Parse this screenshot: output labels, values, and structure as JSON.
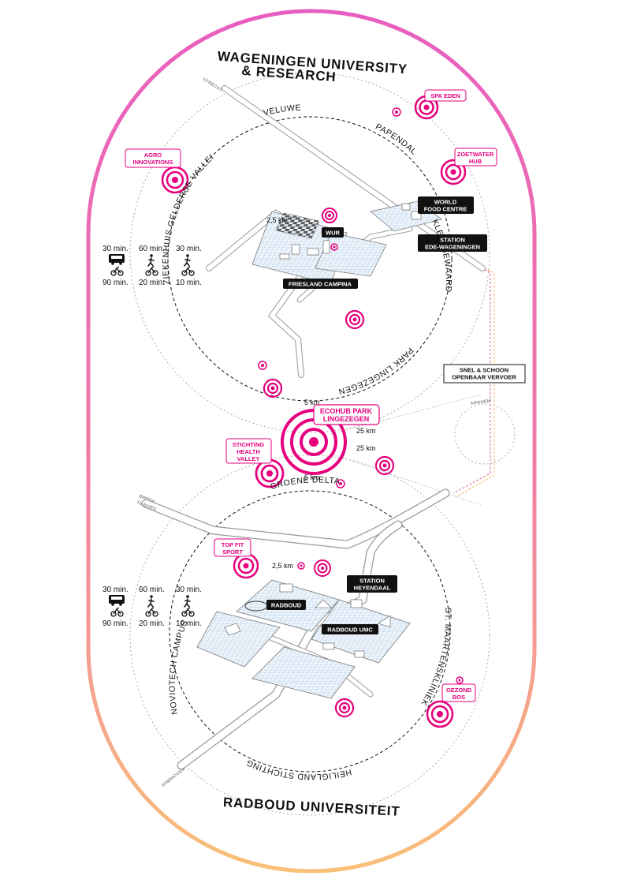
{
  "titles": {
    "top": "WAGENINGEN UNIVERSITY",
    "top_line2": "& RESEARCH",
    "bottom": "RADBOUD UNIVERSITEIT"
  },
  "roads": {
    "utrecht": "UTRECHT",
    "arnhem": "ARNHEM",
    "breda": "BREDA",
    "tilburg": "TILBURG",
    "eindhoven": "EINDHOVEN"
  },
  "arcs": {
    "veluwe": "VELUWE",
    "papendal": "PAPENDAL",
    "ziekenhuis": "ZIEKENHUIS GELDERSE VALLEI",
    "kleefsewaard": "KLEEFSEWAARD",
    "park_lingezegen": "PARK LINGEZEGEN",
    "groene_delta": "GROENE DELTA",
    "novio": "NOVIOTECH CAMPUS",
    "maartens": "ST. MAARTENSKLINIEK",
    "heilig": "HEILIGLAND STICHTING"
  },
  "distances": {
    "top_2_5": "2,5 km",
    "bot_2_5": "2,5 km",
    "d5_top": "5 km",
    "d5_bot": "5 km",
    "d25_a": "25 km",
    "d25_b": "25 km"
  },
  "pink_labels": {
    "spa": "SPA EDEN",
    "agro1": "AGRO",
    "agro2": "INNOVATIONS",
    "zoet1": "ZOETWATER",
    "zoet2": "HUB",
    "eco1": "ECOHUB PARK",
    "eco2": "LINGEZEGEN",
    "stich1": "STICHTING",
    "stich2": "HEALTH",
    "stich3": "VALLEY",
    "topfit1": "TOP FIT",
    "topfit2": "SPORT",
    "gezond1": "GEZOND",
    "gezond2": "BOS"
  },
  "black_labels": {
    "wur": "WUR",
    "world1": "WORLD",
    "world2": "FOOD CENTRE",
    "station1": "STATION",
    "station2": "EDE-WAGENINGEN",
    "friesland": "FRIESLAND CAMPINA",
    "heyen1": "STATION",
    "heyen2": "HEYENDAAL",
    "radboud": "RADBOUD",
    "radboud_umc": "RADBOUD UMC"
  },
  "transport_box": {
    "line1": "SNEL & SCHOON",
    "line2": "OPENBAAR VERVOER"
  },
  "legend_top": {
    "bus": "30 min.",
    "bike_long": "90 min.",
    "walk_a": "60 min.",
    "bike_a": "20 min.",
    "walk_b": "30 min.",
    "bike_b": "10 min."
  },
  "legend_bottom": {
    "bus": "30 min.",
    "bike_long": "90 min.",
    "walk_a": "60 min.",
    "bike_a": "20 min.",
    "walk_b": "30 min.",
    "bike_b": "10 min."
  },
  "colors": {
    "pink": "#e6007e",
    "orange": "#f7b25a",
    "dark": "#111111"
  }
}
